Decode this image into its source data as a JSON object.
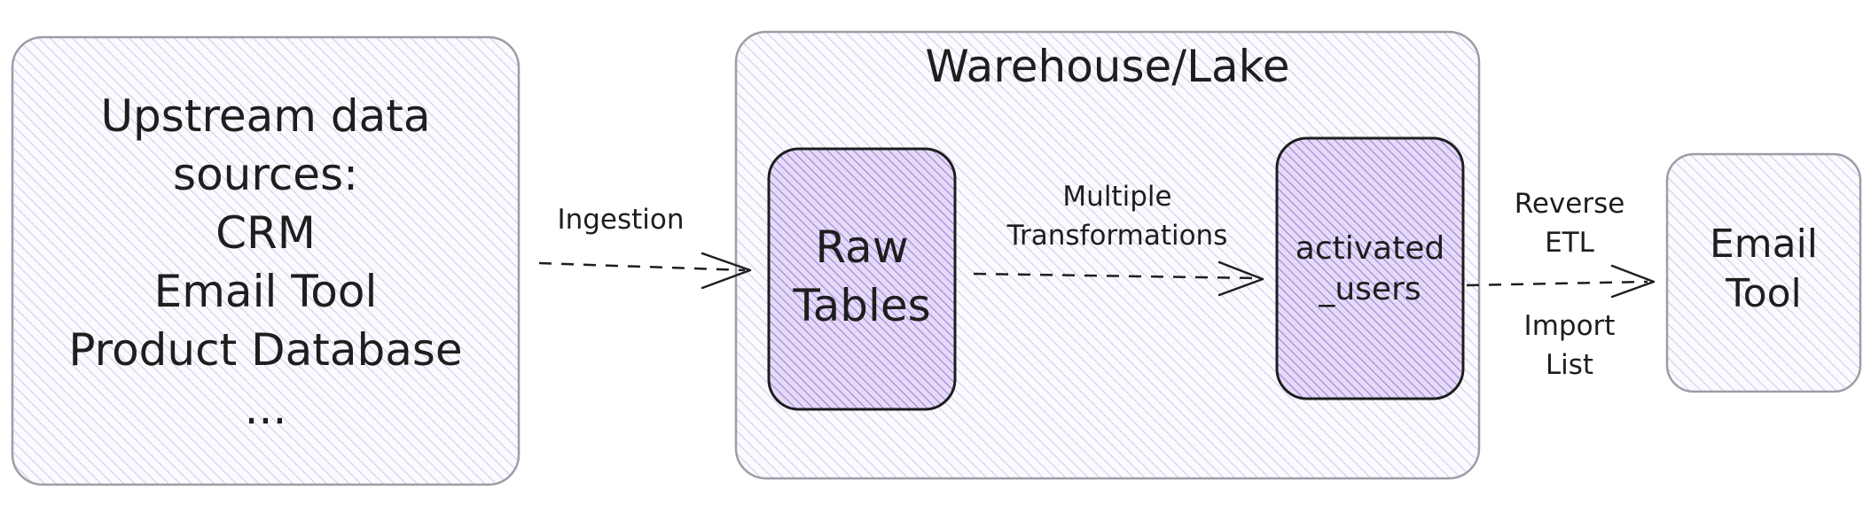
{
  "nodes": {
    "upstream": {
      "lines": [
        "Upstream data",
        "sources:",
        "CRM",
        "Email Tool",
        "Product Database",
        "..."
      ]
    },
    "warehouse": {
      "title": "Warehouse/Lake"
    },
    "raw_tables": {
      "lines": [
        "Raw",
        "Tables"
      ]
    },
    "activated_users": {
      "lines": [
        "activated",
        "_users"
      ]
    },
    "email_tool": {
      "lines": [
        "Email",
        "Tool"
      ]
    }
  },
  "edges": {
    "ingestion": {
      "label": "Ingestion"
    },
    "transformations": {
      "label_lines": [
        "Multiple",
        "Transformations"
      ]
    },
    "reverse_etl": {
      "label_above": [
        "Reverse",
        "ETL"
      ],
      "label_below": [
        "Import",
        "List"
      ]
    }
  },
  "colors": {
    "outer_hatch": "#c9c2e6",
    "inner_hatch": "#9b7fdc",
    "stroke": "#1e1e1e"
  }
}
